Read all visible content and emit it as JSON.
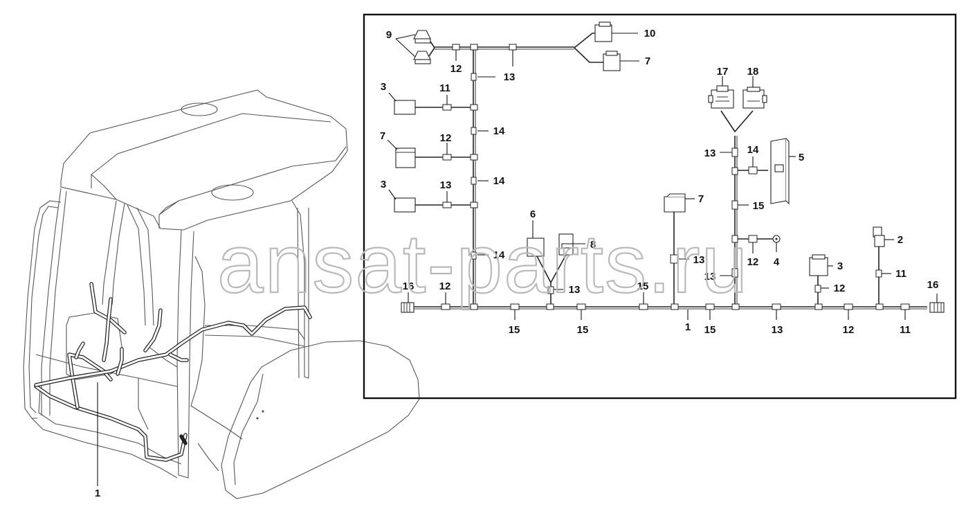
{
  "watermark": "ansat-parts.ru",
  "corner_code": "",
  "cab_label": "1",
  "labels": {
    "p9": "9",
    "p12a": "12",
    "p13a": "13",
    "p10": "10",
    "p7a": "7",
    "p3a": "3",
    "p11a": "11",
    "p14a": "14",
    "p7b": "7",
    "p12b": "12",
    "p14b": "14",
    "p3b": "3",
    "p13b": "13",
    "p17": "17",
    "p18": "18",
    "p13c": "13",
    "p14c": "14",
    "p5": "5",
    "p7c": "7",
    "p15a": "15",
    "p6": "6",
    "p8": "8",
    "p14d": "14",
    "p13d": "13",
    "p13e": "13",
    "p12c": "12",
    "p4": "4",
    "p2": "2",
    "p3c": "3",
    "p13f": "13",
    "p12d": "12",
    "p11b": "11",
    "p16a": "16",
    "p12e": "12",
    "p15b": "15",
    "p16b": "16",
    "p15c": "15",
    "p15d": "15",
    "p1": "1",
    "p15e": "15",
    "p13g": "13",
    "p12f": "12",
    "p11c": "11"
  }
}
